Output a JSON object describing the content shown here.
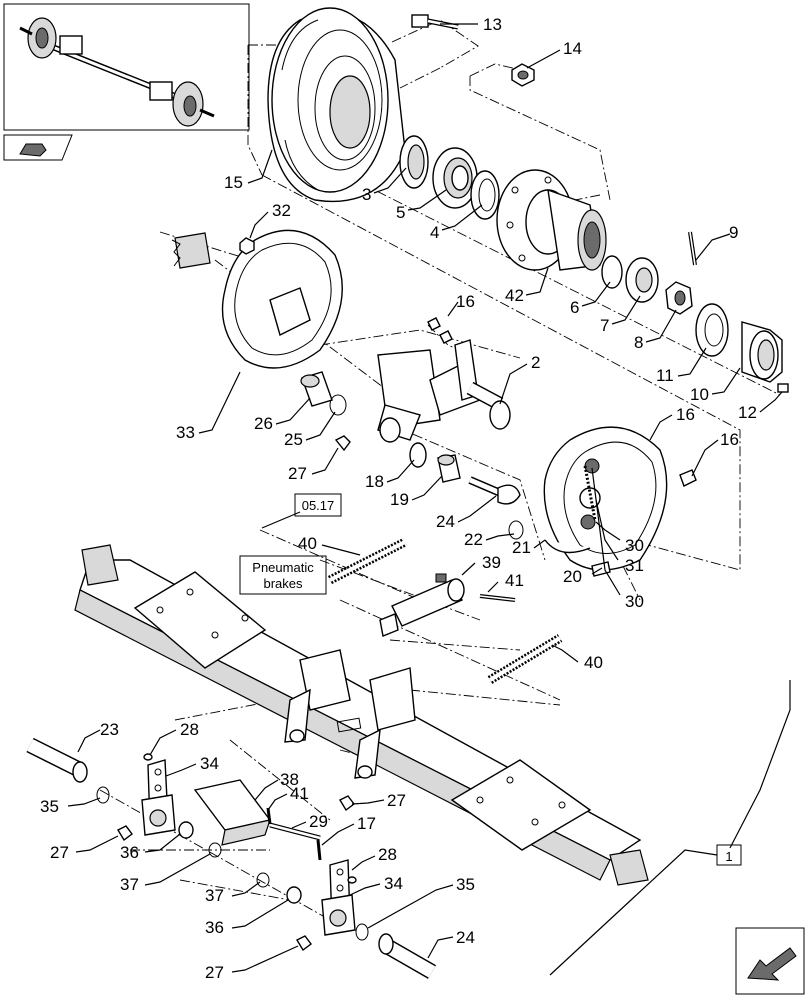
{
  "callouts": {
    "c13": "13",
    "c14": "14",
    "c15": "15",
    "c3": "3",
    "c5": "5",
    "c4": "4",
    "c9": "9",
    "c32": "32",
    "c42": "42",
    "c6": "6",
    "c7": "7",
    "c8": "8",
    "c16a": "16",
    "c11": "11",
    "c10": "10",
    "c12": "12",
    "c2": "2",
    "c16b": "16",
    "c16c": "16",
    "c33": "33",
    "c26": "26",
    "c25": "25",
    "c27a": "27",
    "c18": "18",
    "c19": "19",
    "c24a": "24",
    "c22": "22",
    "c21": "21",
    "c30a": "30",
    "c31": "31",
    "c20": "20",
    "c30b": "30",
    "c40a": "40",
    "c39": "39",
    "c41a": "41",
    "c40b": "40",
    "c23": "23",
    "c28a": "28",
    "c34a": "34",
    "c35a": "35",
    "c38": "38",
    "c41b": "41",
    "c27b": "27",
    "c29": "29",
    "c17": "17",
    "c27c": "27",
    "c36a": "36",
    "c37a": "37",
    "c28b": "28",
    "c34b": "34",
    "c35b": "35",
    "c37b": "37",
    "c36b": "36",
    "c24b": "24",
    "c27d": "27",
    "c1": "1"
  },
  "reference_box": "05.17",
  "pneumatic_line1": "Pneumatic",
  "pneumatic_line2": "brakes",
  "colors": {
    "line": "#000000",
    "shade": "#d9d9d9",
    "background": "#ffffff"
  }
}
